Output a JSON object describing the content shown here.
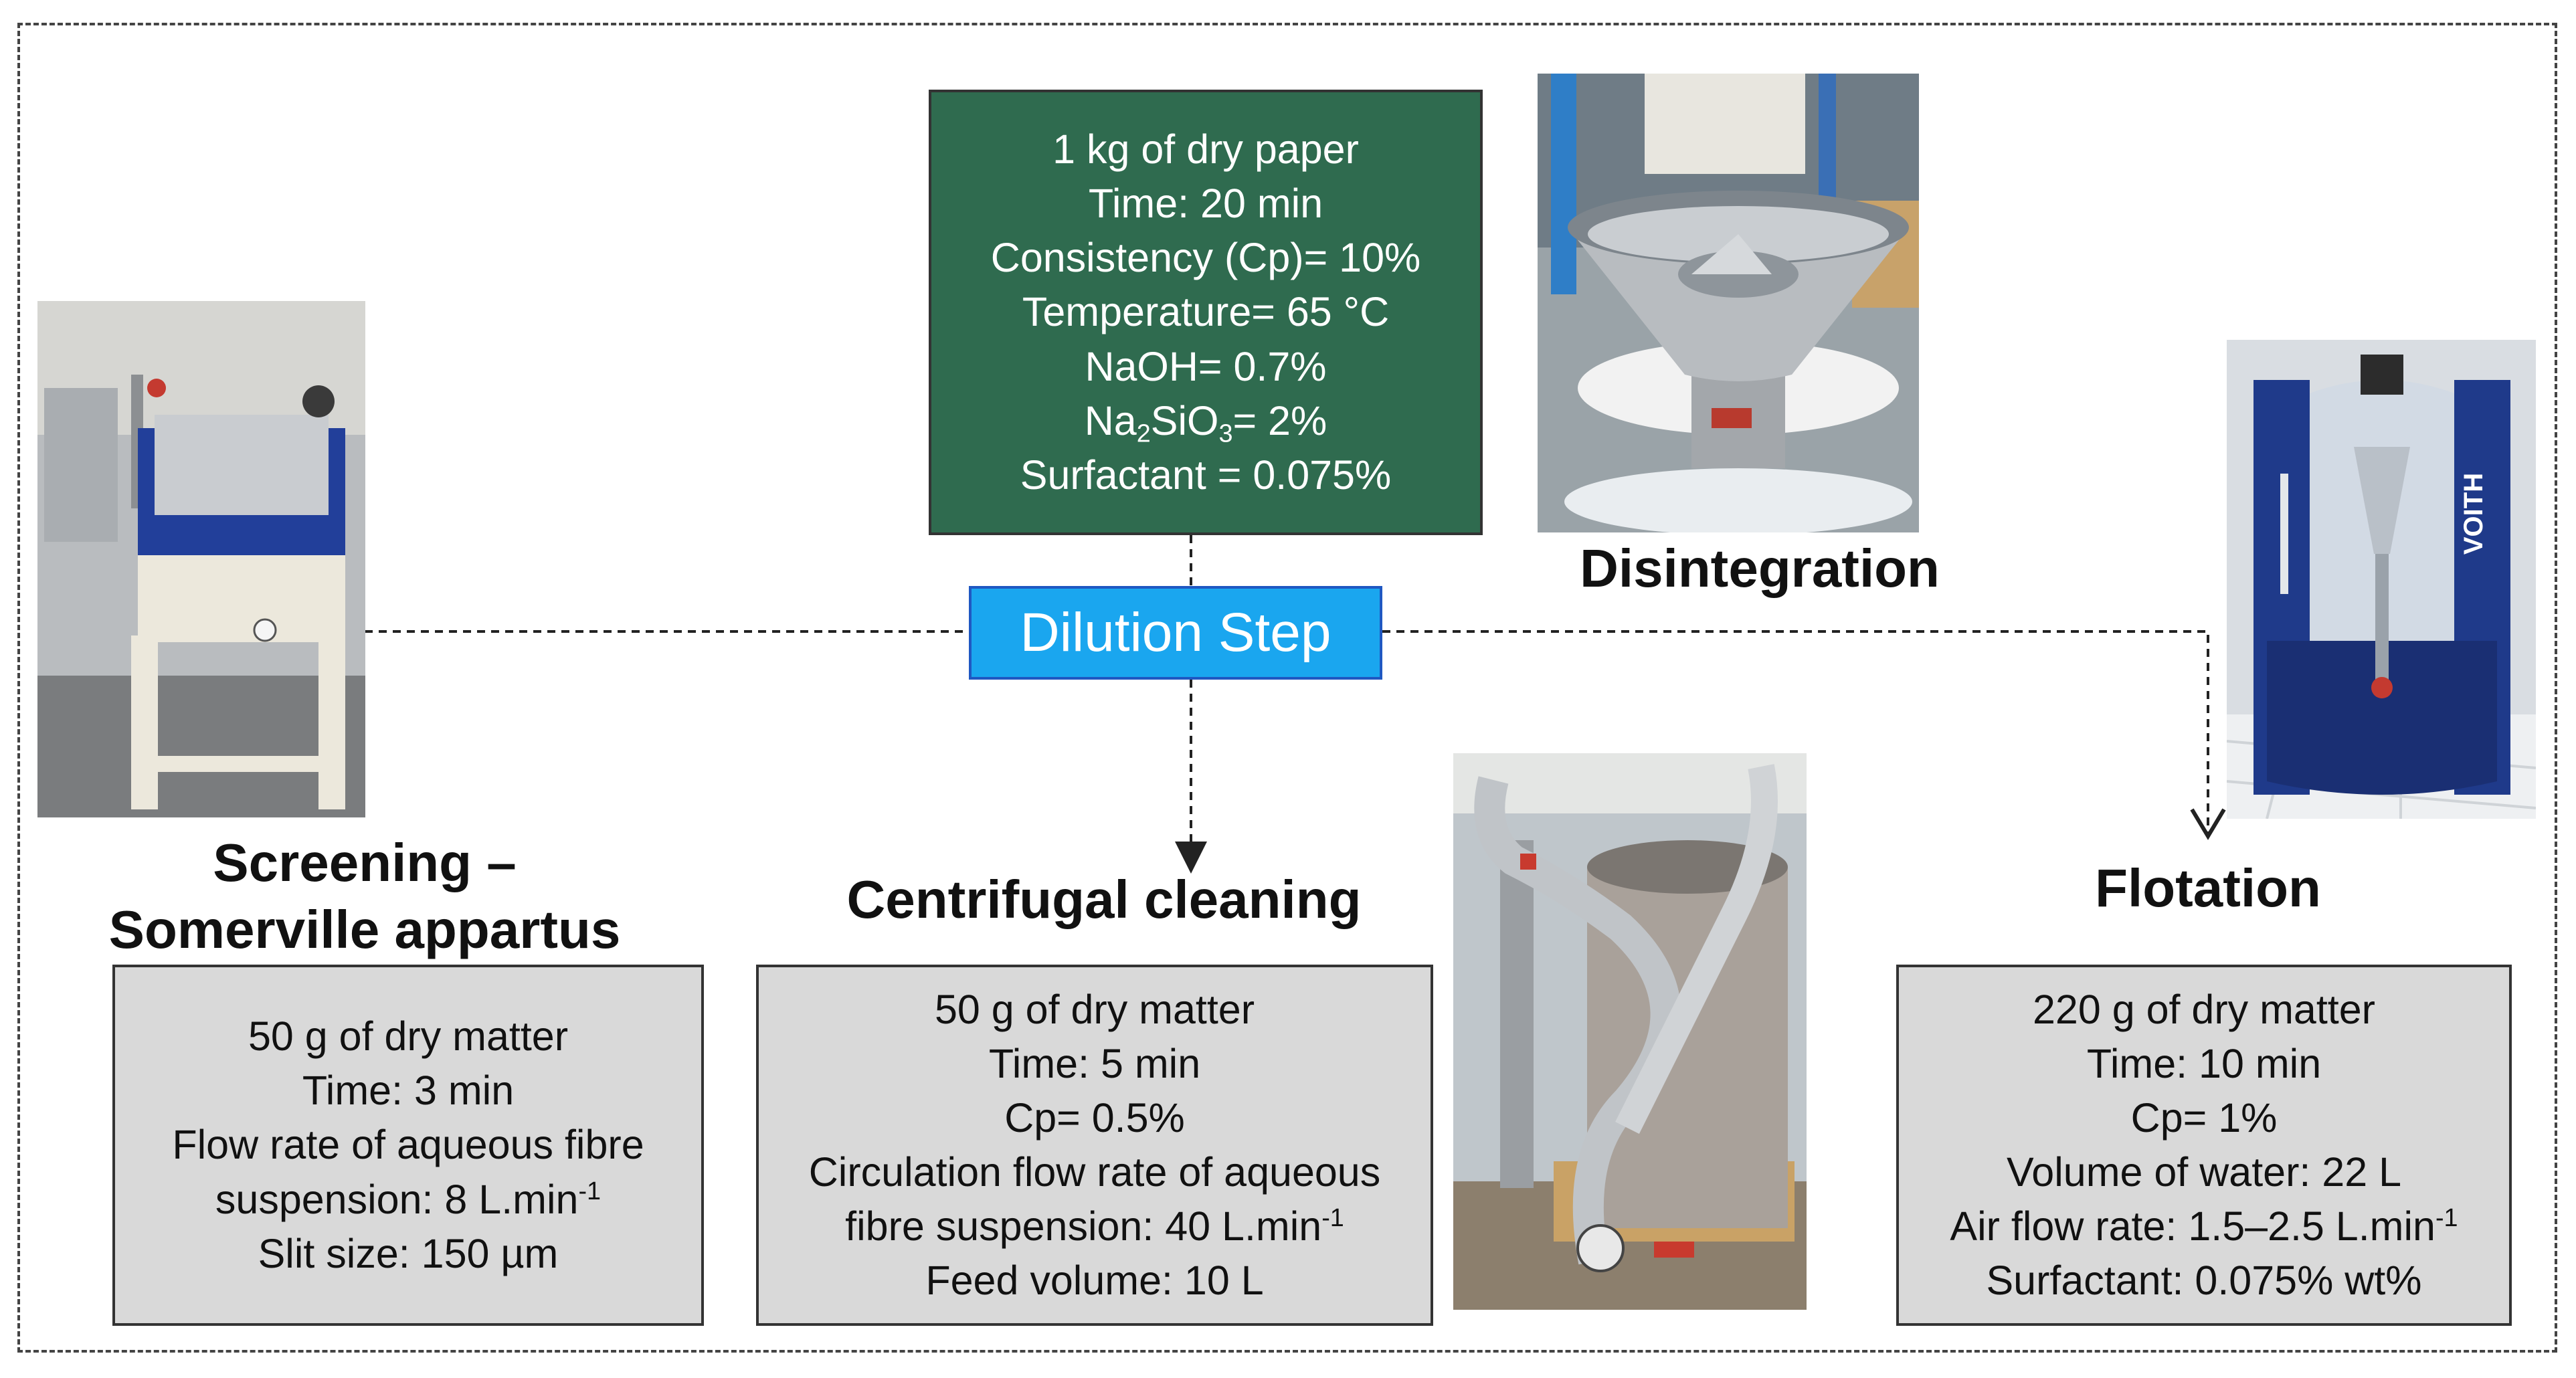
{
  "colors": {
    "green_box": "#2f6b4f",
    "gray_box": "#d9d9d9",
    "dilution_box": "#1aa6ef",
    "machine_blue": "#1f3a8a"
  },
  "disintegration": {
    "label": "Disintegration",
    "lines": {
      "dry_paper": "1 kg of dry paper",
      "time": "Time: 20 min",
      "consistency": "Consistency (Cp)= 10%",
      "temperature": "Temperature= 65 °C",
      "naoh": "NaOH= 0.7%",
      "silicate_prefix": "Na",
      "silicate_sub1": "2",
      "silicate_mid": "SiO",
      "silicate_sub2": "3",
      "silicate_suffix": "= 2%",
      "surfactant": "Surfactant = 0.075%"
    }
  },
  "dilution": {
    "label": "Dilution Step"
  },
  "screening": {
    "label_line1": "Screening –",
    "label_line2": "Somerville appartus",
    "lines": {
      "dry_matter": "50 g of dry matter",
      "time": "Time: 3 min",
      "flow_line1": "Flow rate of aqueous fibre",
      "flow_line2": "suspension: 8 L.min",
      "flow_sup": "-1",
      "slit": "Slit size: 150 µm"
    }
  },
  "centrifugal": {
    "label": "Centrifugal cleaning",
    "lines": {
      "dry_matter": "50 g of dry matter",
      "time": "Time: 5 min",
      "cp": "Cp= 0.5%",
      "flow_line1": "Circulation flow rate of aqueous",
      "flow_line2": "fibre suspension: 40 L.min",
      "flow_sup": "-1",
      "feed": "Feed volume: 10 L"
    }
  },
  "flotation": {
    "label": "Flotation",
    "brand_text": "VOITH",
    "lines": {
      "dry_matter": "220 g of dry matter",
      "time": "Time: 10 min",
      "cp": "Cp= 1%",
      "water": "Volume of water: 22 L",
      "air": "Air flow rate: 1.5–2.5 L.min",
      "air_sup": "-1",
      "surfactant": "Surfactant: 0.075% wt%"
    }
  }
}
